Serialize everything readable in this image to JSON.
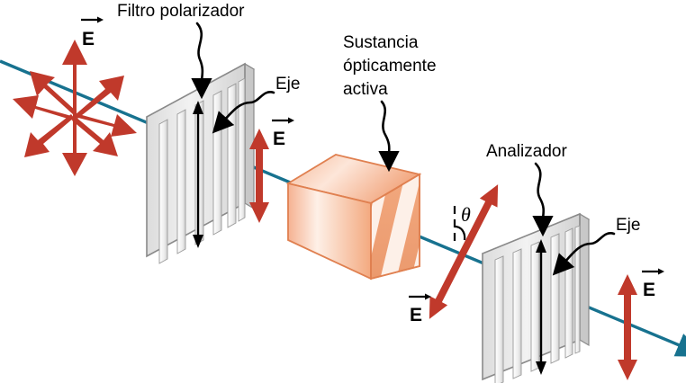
{
  "figure": {
    "title": "Rotacion de la polarizacion por una sustancia opticamente activa",
    "background_color": "#ffffff",
    "colors": {
      "arrow_red": "#c0392b",
      "beam_teal": "#17728f",
      "prism_orange": "#f0a07a",
      "prism_stripe": "#e8824c",
      "filter_gray": "#e8e8e8",
      "filter_edge": "#8a8a8a",
      "text_black": "#000000"
    },
    "labels": {
      "polarizing_filter": "Filtro polarizador",
      "axis_1": "Eje",
      "optically_active_substance_line1": "Sustancia",
      "optically_active_substance_line2": "ópticamente",
      "optically_active_substance_line3": "activa",
      "analyzer": "Analizador",
      "axis_2": "Eje",
      "e_field_unpolarized": "E",
      "e_field_after_polarizer": "E",
      "e_field_rotated": "E",
      "e_field_output": "E",
      "rotation_angle": "θ"
    },
    "elements": {
      "unpolarized_burst_rays": 8,
      "polarizer_slats": 6,
      "analyzer_slats": 6,
      "prism_stripes": 3
    }
  }
}
